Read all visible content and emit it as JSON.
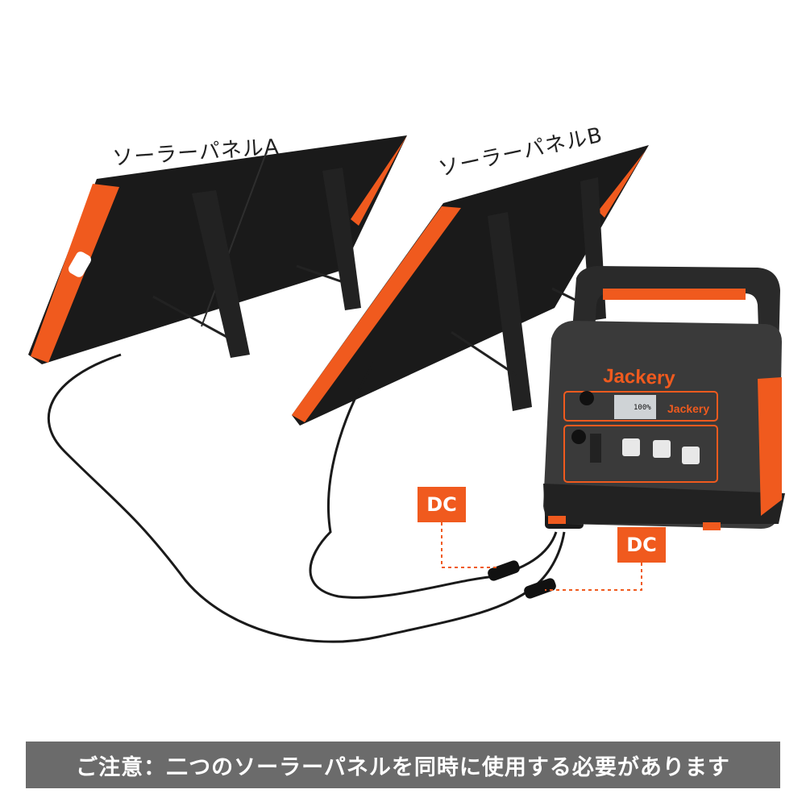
{
  "labels": {
    "panel_a": "ソーラーパネルA",
    "panel_b": "ソーラーパネルB",
    "dc_1": "DC",
    "dc_2": "DC"
  },
  "product": {
    "brand_top": "Jackery",
    "brand_front": "Jackery",
    "display_value": "100%"
  },
  "notice": "ご注意：二つのソーラーパネルを同時に使用する必要があります",
  "colors": {
    "accent_orange": "#f05a1e",
    "panel_black": "#1c1c1c",
    "notice_bar": "#6b6b6b"
  }
}
